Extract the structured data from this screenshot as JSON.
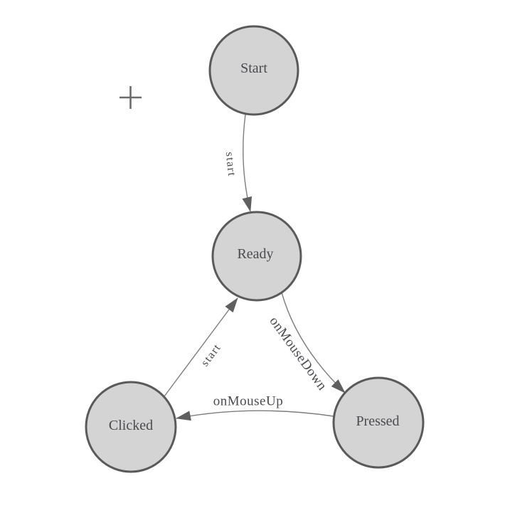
{
  "diagram": {
    "nodes": [
      {
        "id": "start",
        "label": "Start"
      },
      {
        "id": "ready",
        "label": "Ready"
      },
      {
        "id": "clicked",
        "label": "Clicked"
      },
      {
        "id": "pressed",
        "label": "Pressed"
      }
    ],
    "edges": [
      {
        "from": "Start",
        "to": "Ready",
        "label": "start"
      },
      {
        "from": "Clicked",
        "to": "Ready",
        "label": "start"
      },
      {
        "from": "Ready",
        "to": "Pressed",
        "label": "onMouseDown"
      },
      {
        "from": "Pressed",
        "to": "Clicked",
        "label": "onMouseUp"
      }
    ],
    "colors": {
      "background": "#ffffff",
      "node_fill": "#d4d4d4",
      "node_stroke": "#5a5a5a",
      "edge_line": "#7d7d7d",
      "arrowhead": "#5f5f5f",
      "label_text": "#4a4a4f",
      "crosshair": "#6b6b6b"
    },
    "icons": {
      "crosshair": "plus-crosshair"
    }
  }
}
